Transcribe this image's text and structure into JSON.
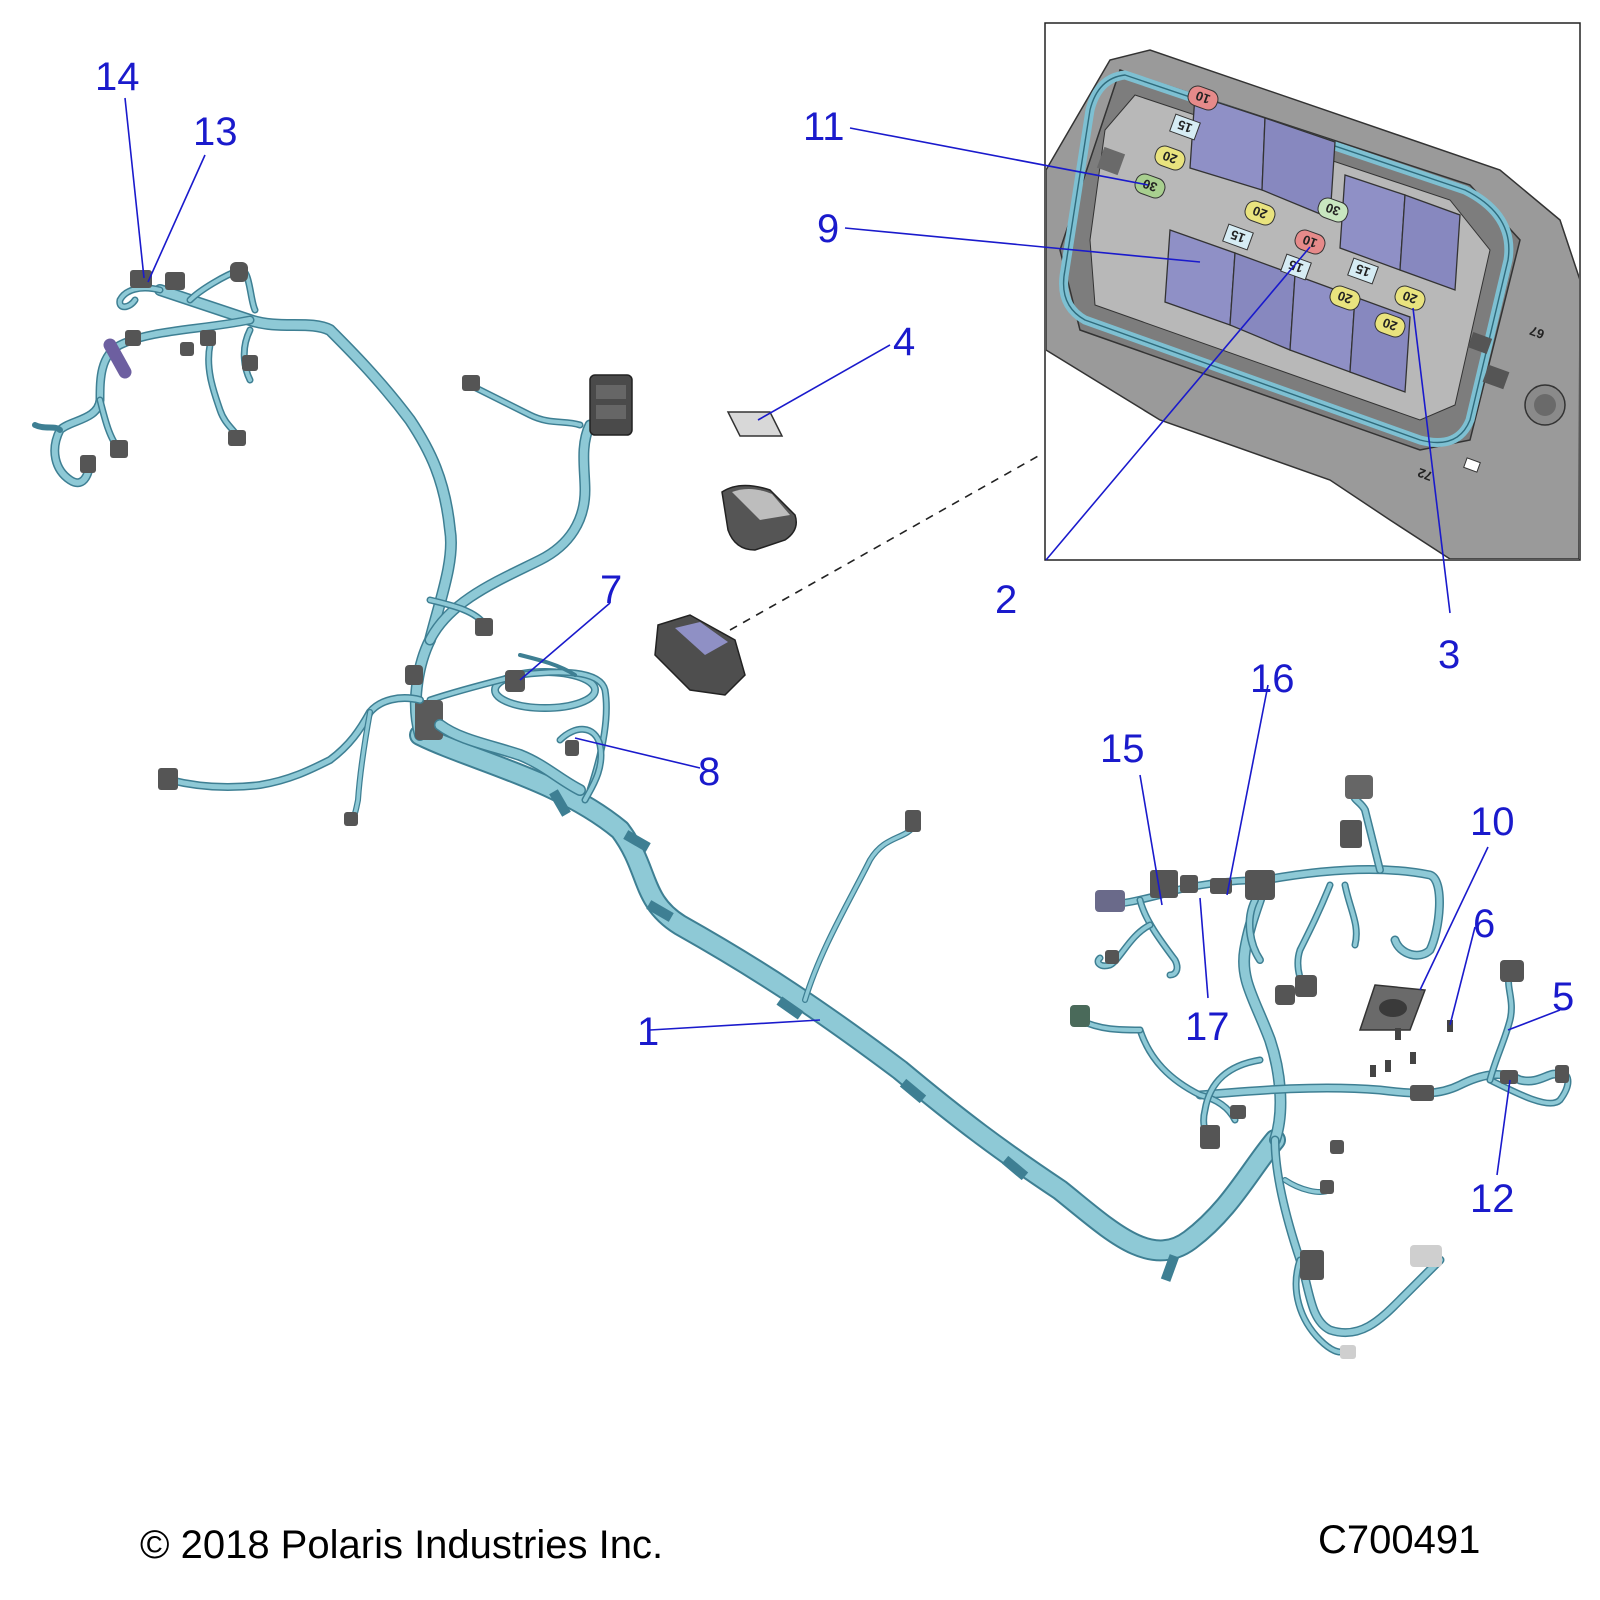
{
  "callouts": {
    "c1": "1",
    "c2": "2",
    "c3": "3",
    "c4": "4",
    "c5": "5",
    "c6": "6",
    "c7": "7",
    "c8": "8",
    "c9": "9",
    "c10": "10",
    "c11": "11",
    "c12": "12",
    "c13": "13",
    "c14": "14",
    "c15": "15",
    "c16": "16",
    "c17": "17"
  },
  "fuses": {
    "f10a": "10",
    "f15a": "15",
    "f20a": "20",
    "f30a": "30",
    "f20b": "20",
    "f30b": "30",
    "f15b": "15",
    "f10b": "10",
    "f15c": "15",
    "f15d": "15",
    "f20c": "20",
    "f20d": "20",
    "f20e": "20"
  },
  "box_marks": {
    "m67": "67",
    "m72": "72"
  },
  "footer": {
    "copyright": "© 2018 Polaris Industries Inc.",
    "figure_id": "C700491"
  },
  "colors": {
    "callout": "#1a1acc",
    "harness": "#8ec9d6",
    "harness_outline": "#3e7f93",
    "relay": "#8e8fc4",
    "housing": "#8a8a8a"
  }
}
